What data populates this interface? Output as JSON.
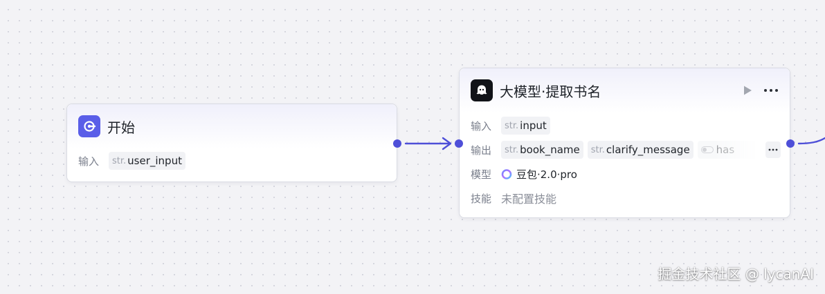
{
  "colors": {
    "accent": "#4e4fd8",
    "start_icon_bg": "#5a5ee8",
    "llm_icon_bg": "#111318"
  },
  "start_node": {
    "title": "开始",
    "icon": "start-icon",
    "input_label": "输入",
    "inputs": [
      {
        "type": "str.",
        "name": "user_input"
      }
    ]
  },
  "llm_node": {
    "title": "大模型·提取书名",
    "icon": "llm-ghost-icon",
    "actions": [
      "play-icon",
      "more-icon"
    ],
    "input_label": "输入",
    "inputs": [
      {
        "type": "str.",
        "name": "input"
      }
    ],
    "output_label": "输出",
    "outputs": [
      {
        "type": "str.",
        "name": "book_name"
      },
      {
        "type": "str.",
        "name": "clarify_message"
      },
      {
        "type": "",
        "name": "has"
      }
    ],
    "model_label": "模型",
    "model": {
      "icon": "doubao-icon",
      "name": "豆包·2.0·pro"
    },
    "skills_label": "技能",
    "skills_value": "未配置技能"
  },
  "watermark": "掘金技术社区 @ lycanAI"
}
